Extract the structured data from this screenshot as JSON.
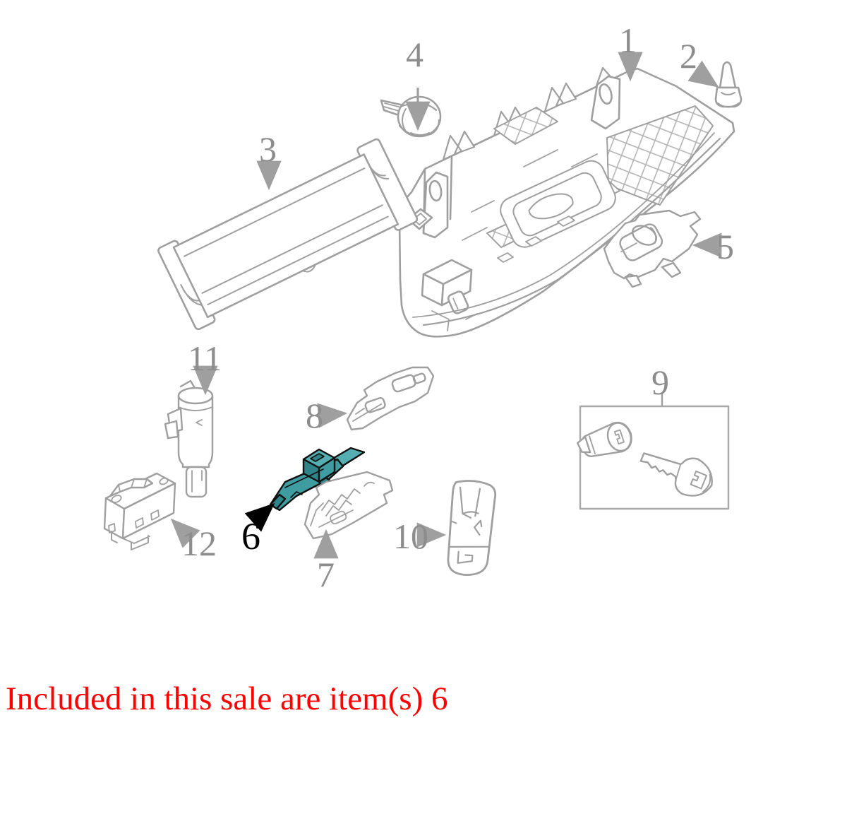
{
  "page": {
    "background_color": "#ffffff",
    "kind": "exploded parts diagram"
  },
  "diagram": {
    "type": "exploded-parts-diagram",
    "highlighted_item": "6",
    "colors": {
      "line": "#9f9f9f",
      "detail_line": "#b0b0b0",
      "callout_label": "#8d8d8d",
      "highlight_fill": "#3f9da2",
      "highlight_fill_dark": "#2e8489",
      "highlight_fill_light": "#55aeb2",
      "highlight_outline": "#111111",
      "highlight_label": "#000000"
    },
    "callouts": [
      {
        "label": "1",
        "highlighted": false
      },
      {
        "label": "2",
        "highlighted": false
      },
      {
        "label": "3",
        "highlighted": false
      },
      {
        "label": "4",
        "highlighted": false
      },
      {
        "label": "5",
        "highlighted": false
      },
      {
        "label": "6",
        "highlighted": true
      },
      {
        "label": "7",
        "highlighted": false
      },
      {
        "label": "8",
        "highlighted": false
      },
      {
        "label": "9",
        "highlighted": false
      },
      {
        "label": "10",
        "highlighted": false
      },
      {
        "label": "11",
        "highlighted": false
      },
      {
        "label": "12",
        "highlighted": false
      }
    ]
  },
  "caption": {
    "text": "Included in this sale are item(s) 6",
    "color": "#ff0000"
  }
}
